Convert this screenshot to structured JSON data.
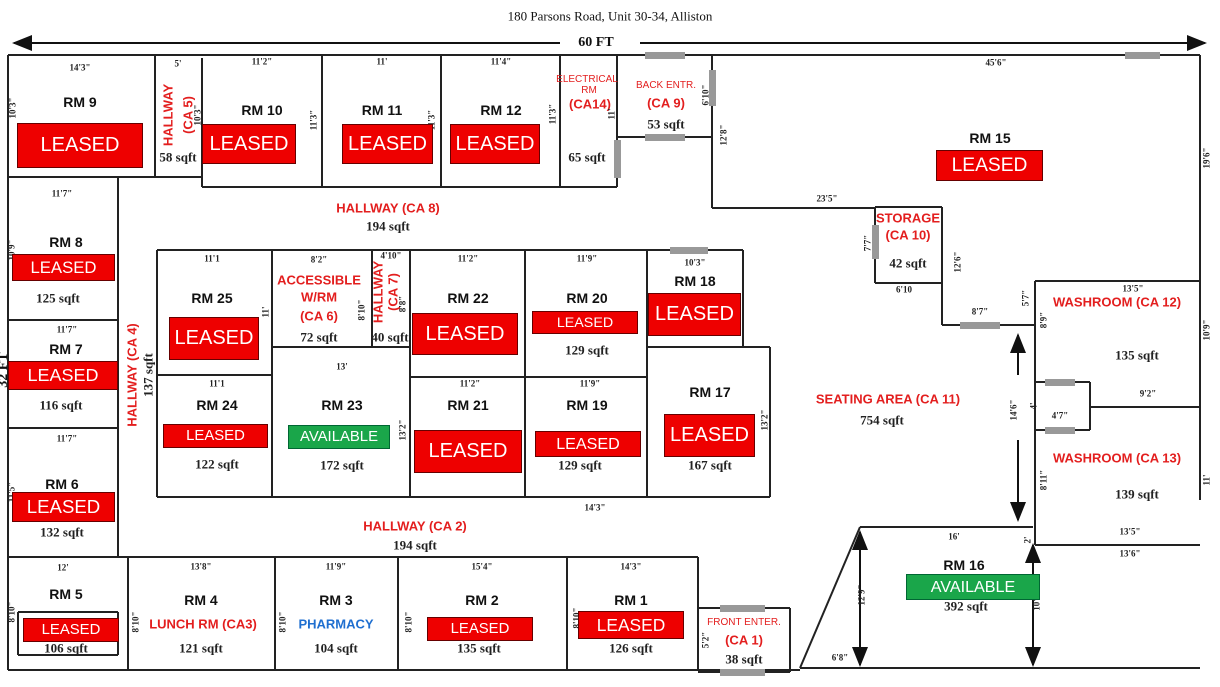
{
  "title": "180 Parsons Road, Unit 30-34, Alliston",
  "overall_width": "60 FT",
  "overall_depth": "32 FT",
  "status_colors": {
    "LEASED": "#ee0000",
    "AVAILABLE": "#1aa64a"
  },
  "rooms": {
    "rm9": {
      "name": "RM 9",
      "status": "LEASED",
      "dims": [
        "14'3\"",
        "10'3\""
      ]
    },
    "ca5": {
      "name": "HALLWAY",
      "code": "(CA 5)",
      "area": "58 sqft",
      "dims": [
        "5'",
        "10'3\""
      ]
    },
    "rm10": {
      "name": "RM 10",
      "status": "LEASED",
      "dims": [
        "11'2\"",
        "11'3\""
      ]
    },
    "rm11": {
      "name": "RM 11",
      "status": "LEASED",
      "dims": [
        "11'",
        "11'3\""
      ]
    },
    "rm12": {
      "name": "RM 12",
      "status": "LEASED",
      "dims": [
        "11'4\"",
        "11'3\""
      ]
    },
    "ca14": {
      "name": "ELECTRICAL",
      "name2": "RM",
      "code": "(CA14)",
      "area": "65 sqft",
      "dims": [
        "11'"
      ]
    },
    "ca9": {
      "name": "BACK ENTR.",
      "code": "(CA 9)",
      "area": "53 sqft",
      "dims": [
        "6'10\""
      ]
    },
    "rm15": {
      "name": "RM 15",
      "status": "LEASED",
      "dims": [
        "45'6\"",
        "19'6\"",
        "12'8\"",
        "23'5\""
      ]
    },
    "ca8": {
      "name": "HALLWAY (CA 8)",
      "area": "194 sqft"
    },
    "ca10": {
      "name": "STORAGE",
      "code": "(CA 10)",
      "area": "42 sqft",
      "dims": [
        "7'7\"",
        "12'6\"",
        "6'10"
      ]
    },
    "rm8": {
      "name": "RM 8",
      "status": "LEASED",
      "area": "125 sqft",
      "dims": [
        "11'7\"",
        "10'9\""
      ]
    },
    "rm7": {
      "name": "RM 7",
      "status": "LEASED",
      "area": "116 sqft",
      "dims": [
        "11'7\""
      ]
    },
    "rm6": {
      "name": "RM 6",
      "status": "LEASED",
      "area": "132 sqft",
      "dims": [
        "11'7\"",
        "11'5\""
      ]
    },
    "ca4": {
      "name": "HALLWAY (CA 4)",
      "area": "137 sqft"
    },
    "rm25": {
      "name": "RM 25",
      "status": "LEASED",
      "dims": [
        "11'1",
        "11'"
      ]
    },
    "ca6": {
      "name": "ACCESSIBLE",
      "name2": "W/RM",
      "code": "(CA 6)",
      "area": "72 sqft",
      "dims": [
        "8'2\"",
        "8'10\""
      ]
    },
    "ca7": {
      "name": "HALLWAY",
      "code": "(CA 7)",
      "area": "40 sqft",
      "dims": [
        "4'10\"",
        "8'8\""
      ]
    },
    "rm22": {
      "name": "RM 22",
      "status": "LEASED",
      "dims": [
        "11'2\""
      ]
    },
    "rm20": {
      "name": "RM 20",
      "status": "LEASED",
      "area": "129 sqft",
      "dims": [
        "11'9\""
      ]
    },
    "rm18": {
      "name": "RM 18",
      "status": "LEASED",
      "dims": [
        "10'3\""
      ]
    },
    "rm24": {
      "name": "RM 24",
      "status": "LEASED",
      "area": "122 sqft",
      "dims": [
        "11'1"
      ]
    },
    "rm23": {
      "name": "RM 23",
      "status": "AVAILABLE",
      "area": "172 sqft",
      "dims": [
        "13'",
        "13'2\""
      ]
    },
    "rm21": {
      "name": "RM 21",
      "status": "LEASED",
      "dims": [
        "11'2\""
      ]
    },
    "rm19": {
      "name": "RM 19",
      "status": "LEASED",
      "area": "129 sqft",
      "dims": [
        "11'9\""
      ]
    },
    "rm17": {
      "name": "RM 17",
      "status": "LEASED",
      "area": "167 sqft",
      "dims": [
        "13'2\"",
        "14'3\""
      ]
    },
    "ca11": {
      "name": "SEATING AREA (CA 11)",
      "area": "754 sqft",
      "dims": [
        "8'7\"",
        "5'7\"",
        "14'6\"",
        "4'",
        "4'7\"",
        "9'2\""
      ]
    },
    "ca12": {
      "name": "WASHROOM (CA 12)",
      "area": "135 sqft",
      "dims": [
        "13'5\"",
        "8'9\"",
        "10'9\""
      ]
    },
    "ca13": {
      "name": "WASHROOM (CA 13)",
      "area": "139 sqft",
      "dims": [
        "8'11\"",
        "11'",
        "13'5\"",
        "13'6\""
      ]
    },
    "ca2": {
      "name": "HALLWAY (CA 2)",
      "area": "194 sqft"
    },
    "rm5": {
      "name": "RM 5",
      "status": "LEASED",
      "area": "106 sqft",
      "dims": [
        "12'",
        "8'10\""
      ]
    },
    "rm4": {
      "name": "RM 4",
      "use": "LUNCH RM (CA3)",
      "area": "121 sqft",
      "dims": [
        "13'8\"",
        "8'10\""
      ]
    },
    "rm3": {
      "name": "RM 3",
      "use": "PHARMACY",
      "area": "104 sqft",
      "dims": [
        "11'9\"",
        "8'10\""
      ]
    },
    "rm2": {
      "name": "RM 2",
      "status": "LEASED",
      "area": "135 sqft",
      "dims": [
        "15'4\"",
        "8'10\""
      ]
    },
    "rm1": {
      "name": "RM 1",
      "status": "LEASED",
      "area": "126 sqft",
      "dims": [
        "14'3\"",
        "8'10\""
      ]
    },
    "ca1": {
      "name": "FRONT ENTER.",
      "code": "(CA 1)",
      "area": "38 sqft",
      "dims": [
        "5'2\""
      ]
    },
    "rm16": {
      "name": "RM 16",
      "status": "AVAILABLE",
      "area": "392 sqft",
      "dims": [
        "16'",
        "12'9\"",
        "10'",
        "6'8\"",
        "2'"
      ]
    }
  }
}
